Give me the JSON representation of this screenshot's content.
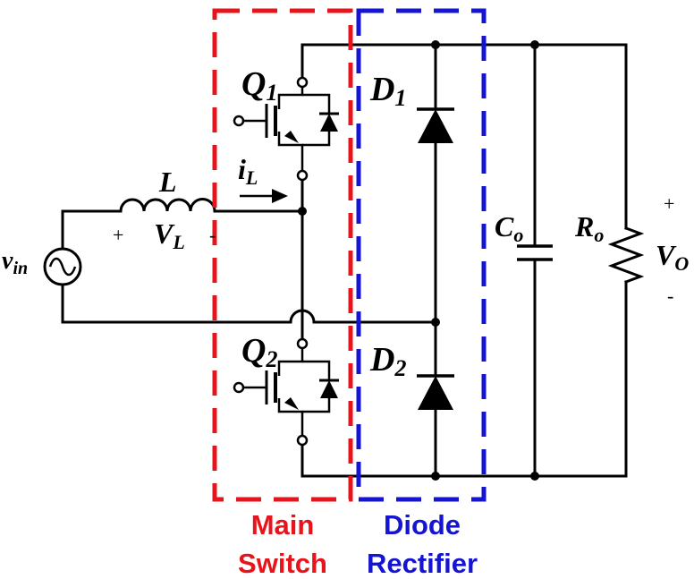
{
  "labels": {
    "q1": "Q",
    "q1_sub": "1",
    "q2": "Q",
    "q2_sub": "2",
    "d1": "D",
    "d1_sub": "1",
    "d2": "D",
    "d2_sub": "2",
    "l": "L",
    "vl": "V",
    "vl_sub": "L",
    "il": "i",
    "il_sub": "L",
    "vin": "v",
    "vin_sub": "in",
    "co": "C",
    "co_sub": "o",
    "ro": "R",
    "ro_sub": "o",
    "vo": "V",
    "vo_sub": "O",
    "plus_vl": "+",
    "minus_vl": "-",
    "plus_vo": "+",
    "minus_vo": "-"
  },
  "blocks": {
    "main_switch": {
      "line1": "Main",
      "line2": "Switch",
      "color": "#e8141b"
    },
    "diode_rectifier": {
      "line1": "Diode",
      "line2": "Rectifier",
      "color": "#1414d2"
    }
  }
}
